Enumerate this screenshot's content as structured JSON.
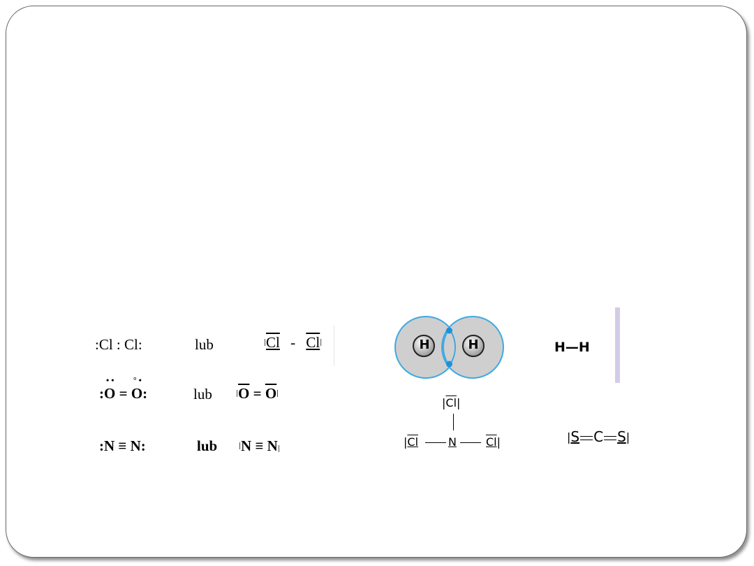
{
  "formulas": {
    "cl2": {
      "dot": ":Cl : Cl:",
      "lub": "lub",
      "atom1": "Cl",
      "bond": "-",
      "atom2": "Cl"
    },
    "o2": {
      "dot_left": ":",
      "atom1": "O",
      "eq": "=",
      "atom2": "O",
      "dot_right": ":",
      "lub": "lub",
      "s_atom1": "O",
      "s_bond": "=",
      "s_atom2": "O"
    },
    "n2": {
      "dot": ":N ≡ N:",
      "lub": "lub",
      "atom1": "N",
      "bond": "≡",
      "atom2": "N"
    }
  },
  "h2_model": {
    "atom1": "H",
    "atom2": "H",
    "line_formula": "H—H",
    "shell_color": "#3fa9e0",
    "fill_color": "#cfcfcf"
  },
  "ncl3": {
    "top": "Cl",
    "left": "Cl",
    "center": "N",
    "right": "Cl"
  },
  "cs2": {
    "s1": "S",
    "c": "C",
    "s2": "S"
  },
  "colors": {
    "accent_bar": "#d4cce6",
    "frame": "#6a6a6a"
  }
}
